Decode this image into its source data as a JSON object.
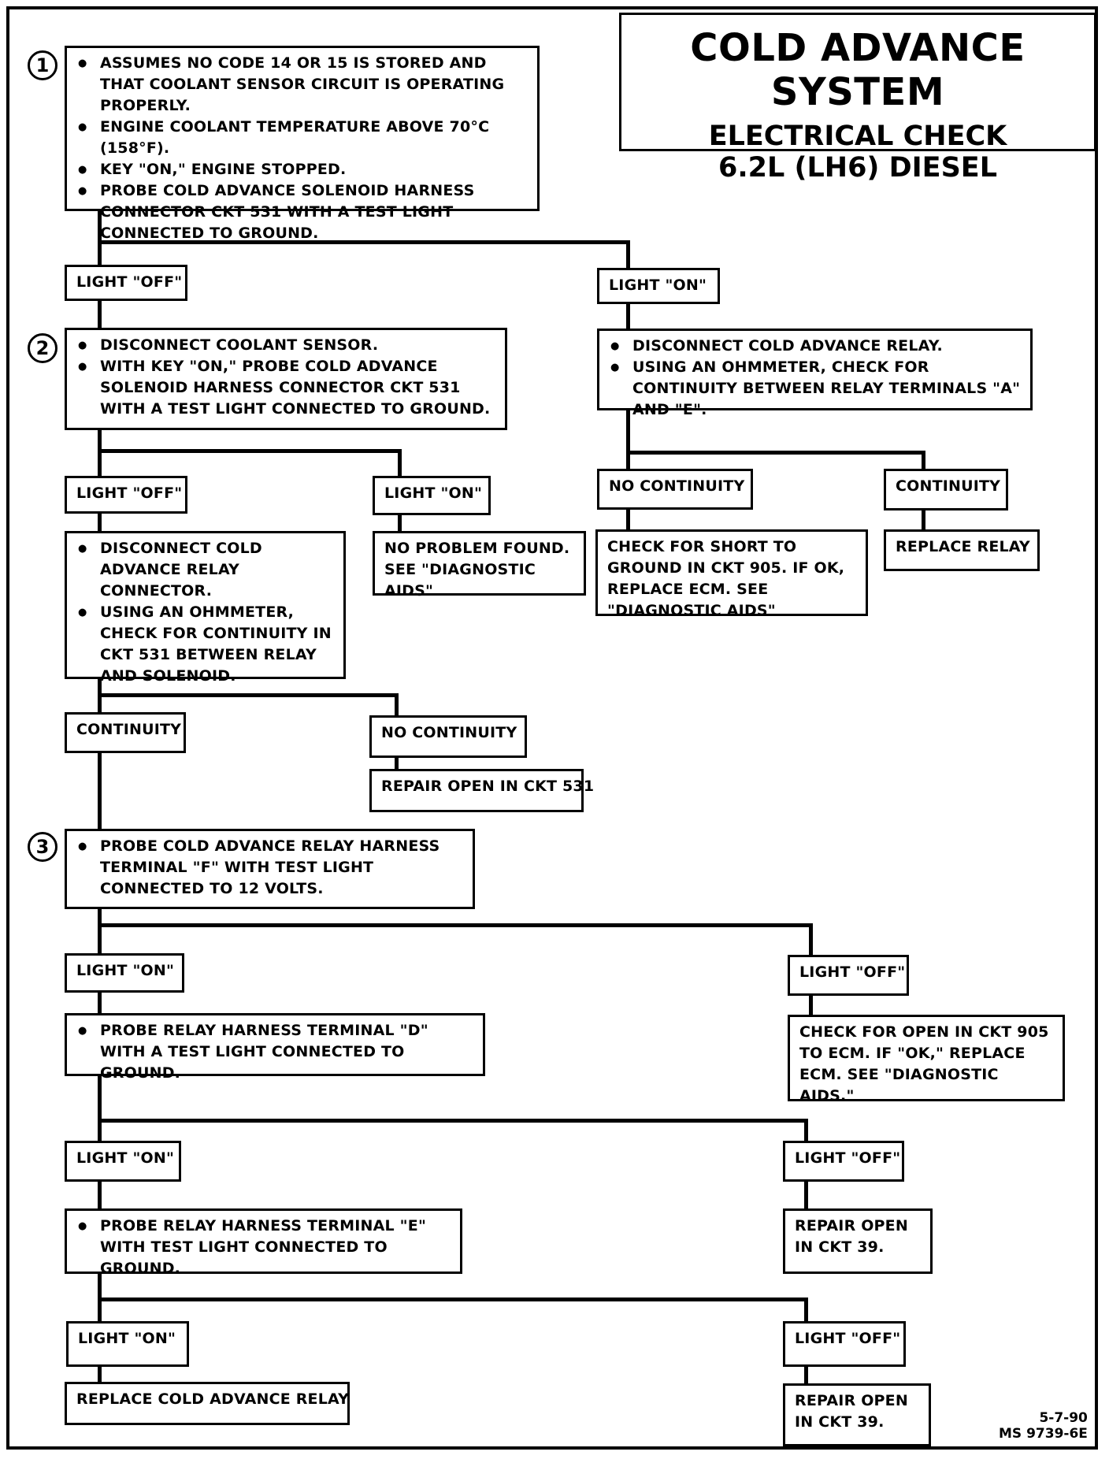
{
  "title": {
    "line1": "COLD ADVANCE SYSTEM",
    "line2": "ELECTRICAL CHECK",
    "line3": "6.2L (LH6) DIESEL"
  },
  "steps": {
    "s1": "1",
    "s2": "2",
    "s3": "3"
  },
  "boxes": {
    "step1": [
      "ASSUMES NO CODE 14 OR 15 IS STORED AND THAT COOLANT SENSOR CIRCUIT IS OPERATING PROPERLY.",
      "ENGINE COOLANT TEMPERATURE ABOVE 70°C (158°F).",
      "KEY \"ON,\" ENGINE STOPPED.",
      "PROBE COLD ADVANCE SOLENOID HARNESS CONNECTOR CKT 531 WITH A TEST LIGHT CONNECTED TO GROUND."
    ],
    "step2": [
      "DISCONNECT COOLANT SENSOR.",
      "WITH KEY \"ON,\" PROBE COLD ADVANCE SOLENOID HARNESS CONNECTOR CKT 531 WITH A TEST LIGHT CONNECTED TO GROUND."
    ],
    "relay_check": [
      "DISCONNECT COLD ADVANCE RELAY.",
      "USING AN OHMMETER, CHECK FOR CONTINUITY BETWEEN RELAY TERMINALS \"A\" AND \"E\"."
    ],
    "connector_check": [
      "DISCONNECT COLD ADVANCE RELAY CONNECTOR.",
      "USING AN OHMMETER, CHECK FOR CONTINUITY IN CKT 531 BETWEEN RELAY AND SOLENOID."
    ],
    "no_problem": "NO PROBLEM FOUND. SEE \"DIAGNOSTIC AIDS\"",
    "short_check": "CHECK FOR SHORT TO GROUND IN CKT 905. IF OK, REPLACE ECM. SEE \"DIAGNOSTIC AIDS\"",
    "replace_relay": "REPLACE RELAY",
    "repair_531": "REPAIR OPEN IN CKT 531",
    "step3": [
      "PROBE COLD ADVANCE RELAY HARNESS TERMINAL \"F\" WITH TEST LIGHT CONNECTED TO 12 VOLTS."
    ],
    "probe_d": [
      "PROBE RELAY HARNESS TERMINAL \"D\" WITH A TEST LIGHT CONNECTED TO GROUND."
    ],
    "open_905": "CHECK FOR OPEN IN CKT 905 TO ECM. IF \"OK,\" REPLACE ECM. SEE \"DIAGNOSTIC AIDS.\"",
    "probe_e": [
      "PROBE RELAY HARNESS TERMINAL \"E\" WITH TEST LIGHT CONNECTED TO GROUND."
    ],
    "repair_39a": "REPAIR OPEN IN CKT 39.",
    "replace_cold_relay": "REPLACE COLD ADVANCE RELAY",
    "repair_39b": "REPAIR OPEN IN CKT 39."
  },
  "labels": {
    "l1_off": "LIGHT \"OFF\"",
    "l1_on": "LIGHT \"ON\"",
    "l2_off": "LIGHT \"OFF\"",
    "l2_on": "LIGHT \"ON\"",
    "relay_nocont": "NO CONTINUITY",
    "relay_cont": "CONTINUITY",
    "conn_cont": "CONTINUITY",
    "conn_nocont": "NO CONTINUITY",
    "l3_on": "LIGHT \"ON\"",
    "l3_off": "LIGHT \"OFF\"",
    "ld_on": "LIGHT \"ON\"",
    "ld_off": "LIGHT \"OFF\"",
    "le_on": "LIGHT \"ON\"",
    "le_off": "LIGHT \"OFF\""
  },
  "footer": {
    "date": "5-7-90",
    "code": "MS 9739-6E"
  }
}
